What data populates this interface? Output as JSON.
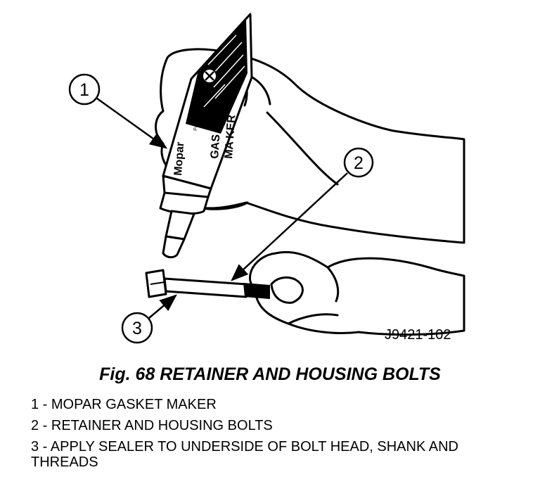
{
  "figure": {
    "id": "J9421-102",
    "caption": "Fig. 68 RETAINER AND HOUSING BOLTS"
  },
  "callouts": [
    {
      "number": "1"
    },
    {
      "number": "2"
    },
    {
      "number": "3"
    }
  ],
  "tube": {
    "brand": "Mopar",
    "product_line1": "GAS KET",
    "product_line2": "MA KER",
    "small_text": "Part No."
  },
  "legend": [
    {
      "text": "1 - MOPAR GASKET MAKER"
    },
    {
      "text": "2 - RETAINER AND HOUSING BOLTS"
    },
    {
      "text": "3 - APPLY SEALER TO UNDERSIDE OF BOLT HEAD, SHANK AND THREADS"
    }
  ]
}
